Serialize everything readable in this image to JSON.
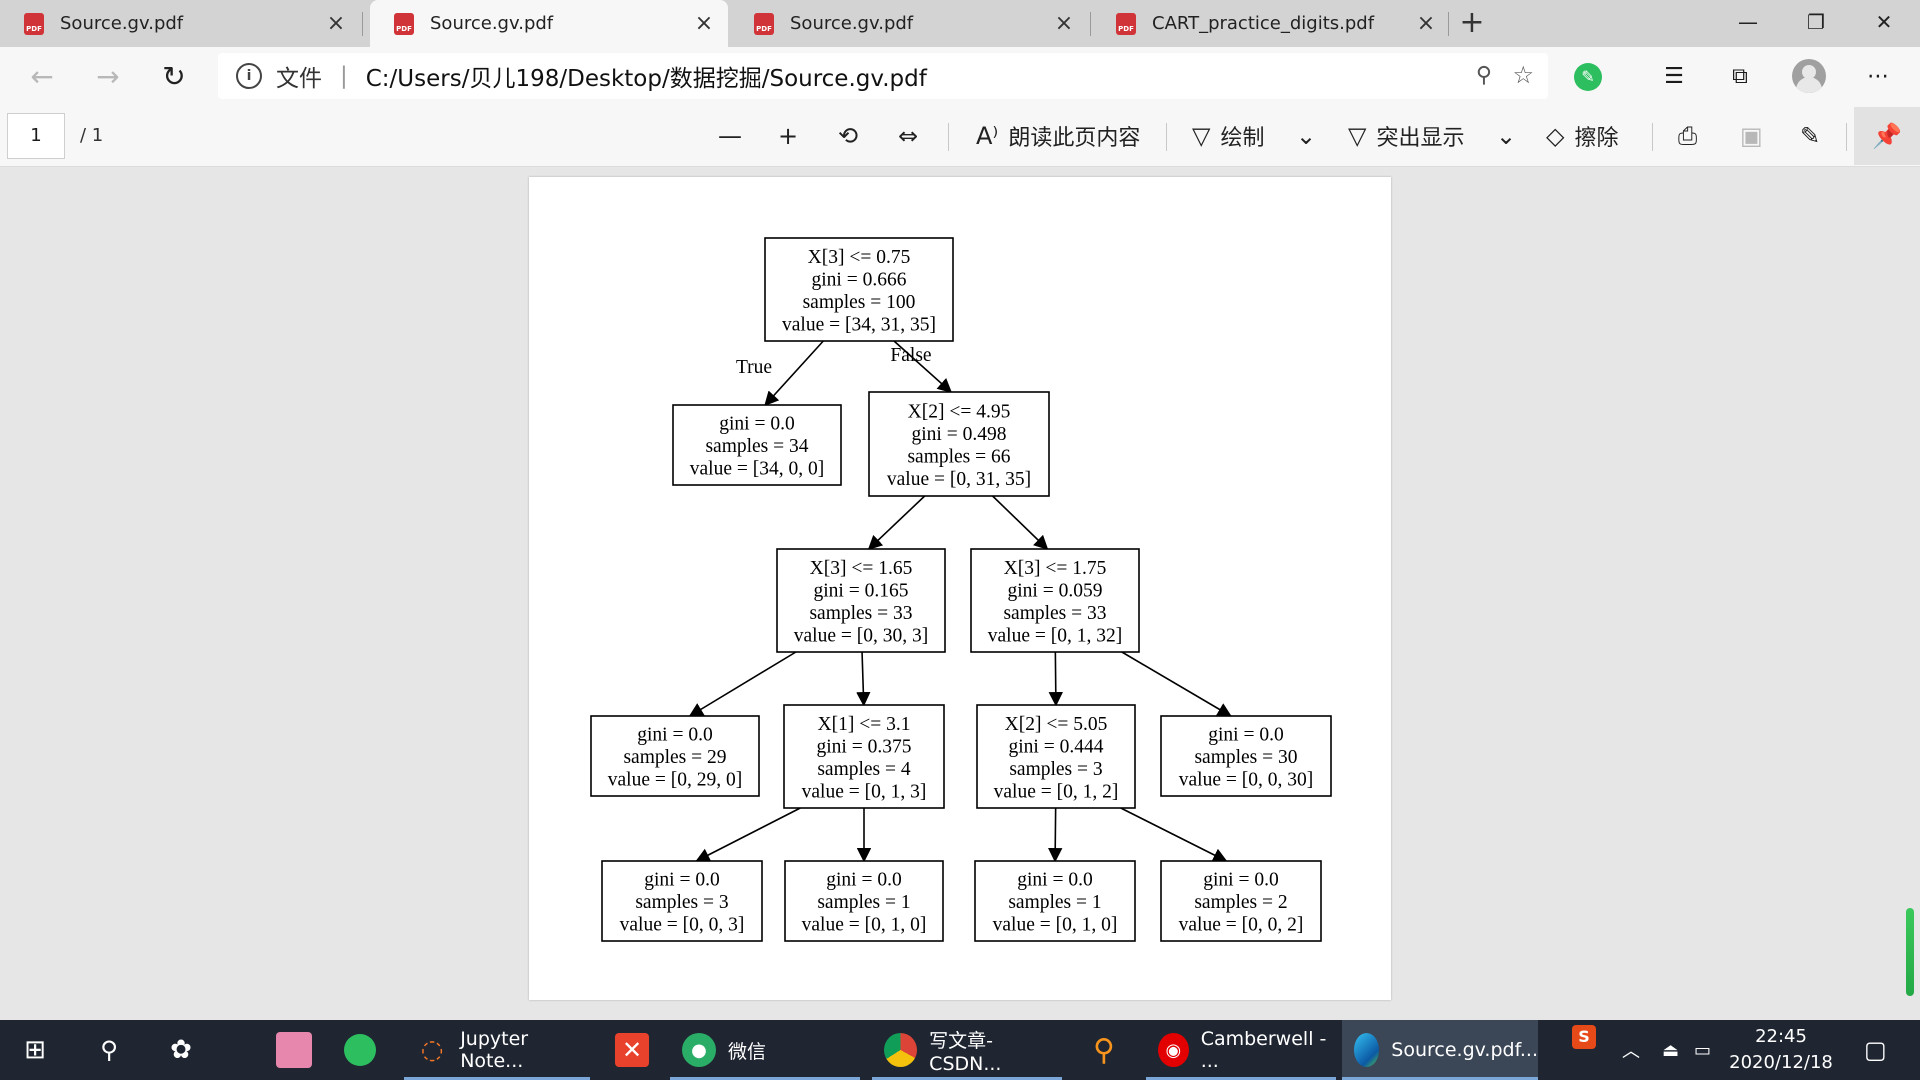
{
  "tabs": [
    {
      "title": "Source.gv.pdf",
      "active": false
    },
    {
      "title": "Source.gv.pdf",
      "active": true
    },
    {
      "title": "Source.gv.pdf",
      "active": false
    },
    {
      "title": "CART_practice_digits.pdf",
      "active": false
    }
  ],
  "pdf_icon_label": "PDF",
  "address": {
    "protocol_label": "文件",
    "url": "C:/Users/贝儿198/Desktop/数据挖掘/Source.gv.pdf"
  },
  "pdf_toolbar": {
    "page_current": "1",
    "page_total": "/ 1",
    "read_aloud": "朗读此页内容",
    "draw": "绘制",
    "highlight": "突出显示",
    "erase": "擦除"
  },
  "tree": {
    "nodes": [
      {
        "id": "root",
        "lines": [
          "X[3] <= 0.75",
          "gini = 0.666",
          "samples = 100",
          "value = [34, 31, 35]"
        ]
      },
      {
        "id": "n1",
        "lines": [
          "gini = 0.0",
          "samples = 34",
          "value = [34, 0, 0]"
        ]
      },
      {
        "id": "n2",
        "lines": [
          "X[2] <= 4.95",
          "gini = 0.498",
          "samples = 66",
          "value = [0, 31, 35]"
        ]
      },
      {
        "id": "n3",
        "lines": [
          "X[3] <= 1.65",
          "gini = 0.165",
          "samples = 33",
          "value = [0, 30, 3]"
        ]
      },
      {
        "id": "n4",
        "lines": [
          "X[3] <= 1.75",
          "gini = 0.059",
          "samples = 33",
          "value = [0, 1, 32]"
        ]
      },
      {
        "id": "n5",
        "lines": [
          "gini = 0.0",
          "samples = 29",
          "value = [0, 29, 0]"
        ]
      },
      {
        "id": "n6",
        "lines": [
          "X[1] <= 3.1",
          "gini = 0.375",
          "samples = 4",
          "value = [0, 1, 3]"
        ]
      },
      {
        "id": "n7",
        "lines": [
          "X[2] <= 5.05",
          "gini = 0.444",
          "samples = 3",
          "value = [0, 1, 2]"
        ]
      },
      {
        "id": "n8",
        "lines": [
          "gini = 0.0",
          "samples = 30",
          "value = [0, 0, 30]"
        ]
      },
      {
        "id": "n9",
        "lines": [
          "gini = 0.0",
          "samples = 3",
          "value = [0, 0, 3]"
        ]
      },
      {
        "id": "n10",
        "lines": [
          "gini = 0.0",
          "samples = 1",
          "value = [0, 1, 0]"
        ]
      },
      {
        "id": "n11",
        "lines": [
          "gini = 0.0",
          "samples = 1",
          "value = [0, 1, 0]"
        ]
      },
      {
        "id": "n12",
        "lines": [
          "gini = 0.0",
          "samples = 2",
          "value = [0, 0, 2]"
        ]
      }
    ],
    "edges": [
      {
        "from": "root",
        "to": "n1",
        "label": "True"
      },
      {
        "from": "root",
        "to": "n2",
        "label": "False"
      },
      {
        "from": "n2",
        "to": "n3",
        "label": ""
      },
      {
        "from": "n2",
        "to": "n4",
        "label": ""
      },
      {
        "from": "n3",
        "to": "n5",
        "label": ""
      },
      {
        "from": "n3",
        "to": "n6",
        "label": ""
      },
      {
        "from": "n4",
        "to": "n7",
        "label": ""
      },
      {
        "from": "n4",
        "to": "n8",
        "label": ""
      },
      {
        "from": "n6",
        "to": "n9",
        "label": ""
      },
      {
        "from": "n6",
        "to": "n10",
        "label": ""
      },
      {
        "from": "n7",
        "to": "n11",
        "label": ""
      },
      {
        "from": "n7",
        "to": "n12",
        "label": ""
      }
    ]
  },
  "taskbar": {
    "apps": [
      {
        "name": "bilibili-icon",
        "label": ""
      },
      {
        "name": "evernote-icon",
        "label": ""
      },
      {
        "name": "jupyter-icon",
        "label": "Jupyter Note..."
      },
      {
        "name": "xmind-icon",
        "label": ""
      },
      {
        "name": "wechat-icon",
        "label": "微信"
      },
      {
        "name": "chrome-icon",
        "label": "写文章-CSDN..."
      },
      {
        "name": "search-app-icon",
        "label": ""
      },
      {
        "name": "netease-music-icon",
        "label": "Camberwell - ..."
      },
      {
        "name": "edge-icon",
        "label": "Source.gv.pdf..."
      }
    ],
    "ime_label": "S",
    "time": "22:45",
    "date": "2020/12/18"
  }
}
